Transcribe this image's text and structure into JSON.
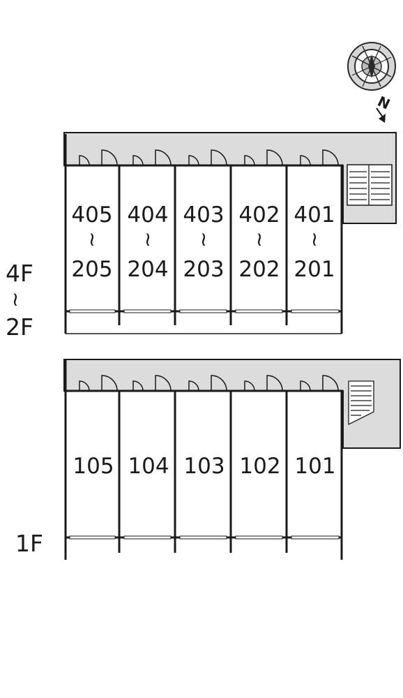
{
  "upper_block": {
    "floor_label_top": "4F",
    "floor_label_range": "≀",
    "floor_label_bottom": "2F",
    "units": [
      {
        "top": "405",
        "range": "≀",
        "bottom": "205"
      },
      {
        "top": "404",
        "range": "≀",
        "bottom": "204"
      },
      {
        "top": "403",
        "range": "≀",
        "bottom": "203"
      },
      {
        "top": "402",
        "range": "≀",
        "bottom": "202"
      },
      {
        "top": "401",
        "range": "≀",
        "bottom": "201"
      }
    ]
  },
  "lower_block": {
    "floor_label": "1F",
    "units": [
      "105",
      "104",
      "103",
      "102",
      "101"
    ]
  },
  "compass": {
    "north_label": "N",
    "icon": "compass-rose-icon"
  },
  "colors": {
    "corridor": "#dcdcdc",
    "line": "#1a1a1a"
  }
}
